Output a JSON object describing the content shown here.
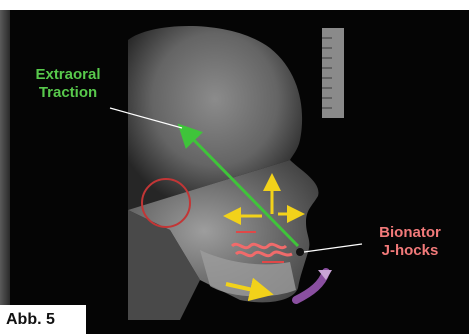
{
  "figure": {
    "label_extraoral_line1": "Extraoral",
    "label_extraoral_line2": "Traction",
    "label_bionator_line1": "Bionator",
    "label_bionator_line2": "J-hocks",
    "figure_number": "Abb. 5"
  },
  "colors": {
    "green_arrow": "#3fc43a",
    "red_circle": "#c23636",
    "yellow_arrow": "#f2d21a",
    "pink_wave": "#f06b6b",
    "purple_arc": "#8a4fa0",
    "label_green": "#58c94c",
    "label_pink": "#f27a7a"
  }
}
